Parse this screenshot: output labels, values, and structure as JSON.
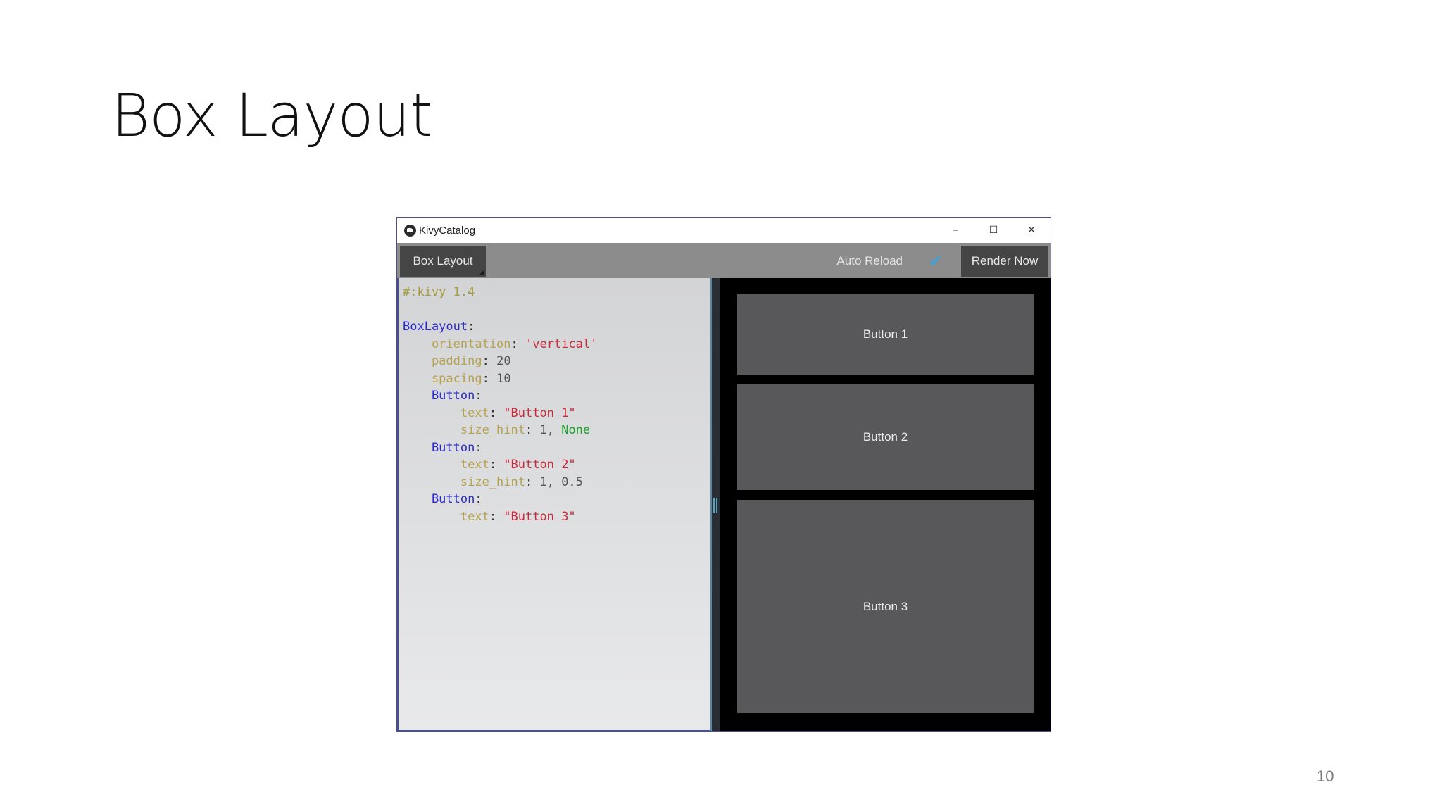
{
  "slide": {
    "title": "Box Layout",
    "page_number": "10"
  },
  "window": {
    "title": "KivyCatalog",
    "controls": {
      "minimize": "–",
      "maximize": "☐",
      "close": "✕"
    }
  },
  "toolbar": {
    "layout_select": "Box Layout",
    "auto_reload_label": "Auto Reload",
    "auto_reload_checked": "✔",
    "render_button": "Render Now"
  },
  "editor": {
    "lines": [
      [
        {
          "t": "#:kivy 1.4",
          "c": "comment"
        }
      ],
      [],
      [
        {
          "t": "BoxLayout",
          "c": "class"
        },
        {
          "t": ":",
          "c": "punct"
        }
      ],
      [
        {
          "t": "    orientation",
          "c": "prop"
        },
        {
          "t": ": ",
          "c": "punct"
        },
        {
          "t": "'vertical'",
          "c": "str"
        }
      ],
      [
        {
          "t": "    padding",
          "c": "prop"
        },
        {
          "t": ": ",
          "c": "punct"
        },
        {
          "t": "20",
          "c": "num"
        }
      ],
      [
        {
          "t": "    spacing",
          "c": "prop"
        },
        {
          "t": ": ",
          "c": "punct"
        },
        {
          "t": "10",
          "c": "num"
        }
      ],
      [
        {
          "t": "    Button",
          "c": "class"
        },
        {
          "t": ":",
          "c": "punct"
        }
      ],
      [
        {
          "t": "        text",
          "c": "prop"
        },
        {
          "t": ": ",
          "c": "punct"
        },
        {
          "t": "\"Button 1\"",
          "c": "str"
        }
      ],
      [
        {
          "t": "        size_hint",
          "c": "prop"
        },
        {
          "t": ": ",
          "c": "punct"
        },
        {
          "t": "1, ",
          "c": "num"
        },
        {
          "t": "None",
          "c": "kw"
        }
      ],
      [
        {
          "t": "    Button",
          "c": "class"
        },
        {
          "t": ":",
          "c": "punct"
        }
      ],
      [
        {
          "t": "        text",
          "c": "prop"
        },
        {
          "t": ": ",
          "c": "punct"
        },
        {
          "t": "\"Button 2\"",
          "c": "str"
        }
      ],
      [
        {
          "t": "        size_hint",
          "c": "prop"
        },
        {
          "t": ": ",
          "c": "punct"
        },
        {
          "t": "1, 0.5",
          "c": "num"
        }
      ],
      [
        {
          "t": "    Button",
          "c": "class"
        },
        {
          "t": ":",
          "c": "punct"
        }
      ],
      [
        {
          "t": "        text",
          "c": "prop"
        },
        {
          "t": ": ",
          "c": "punct"
        },
        {
          "t": "\"Button 3\"",
          "c": "str"
        }
      ]
    ]
  },
  "preview": {
    "buttons": [
      "Button 1",
      "Button 2",
      "Button 3"
    ]
  },
  "colors": {
    "toolbar_bg": "#8c8c8c",
    "button_bg": "#58585a",
    "check_accent": "#3da2d9",
    "window_border": "#4a4f8f"
  },
  "icons": {
    "app": "kivy-logo-icon",
    "check": "checkmark-icon"
  }
}
